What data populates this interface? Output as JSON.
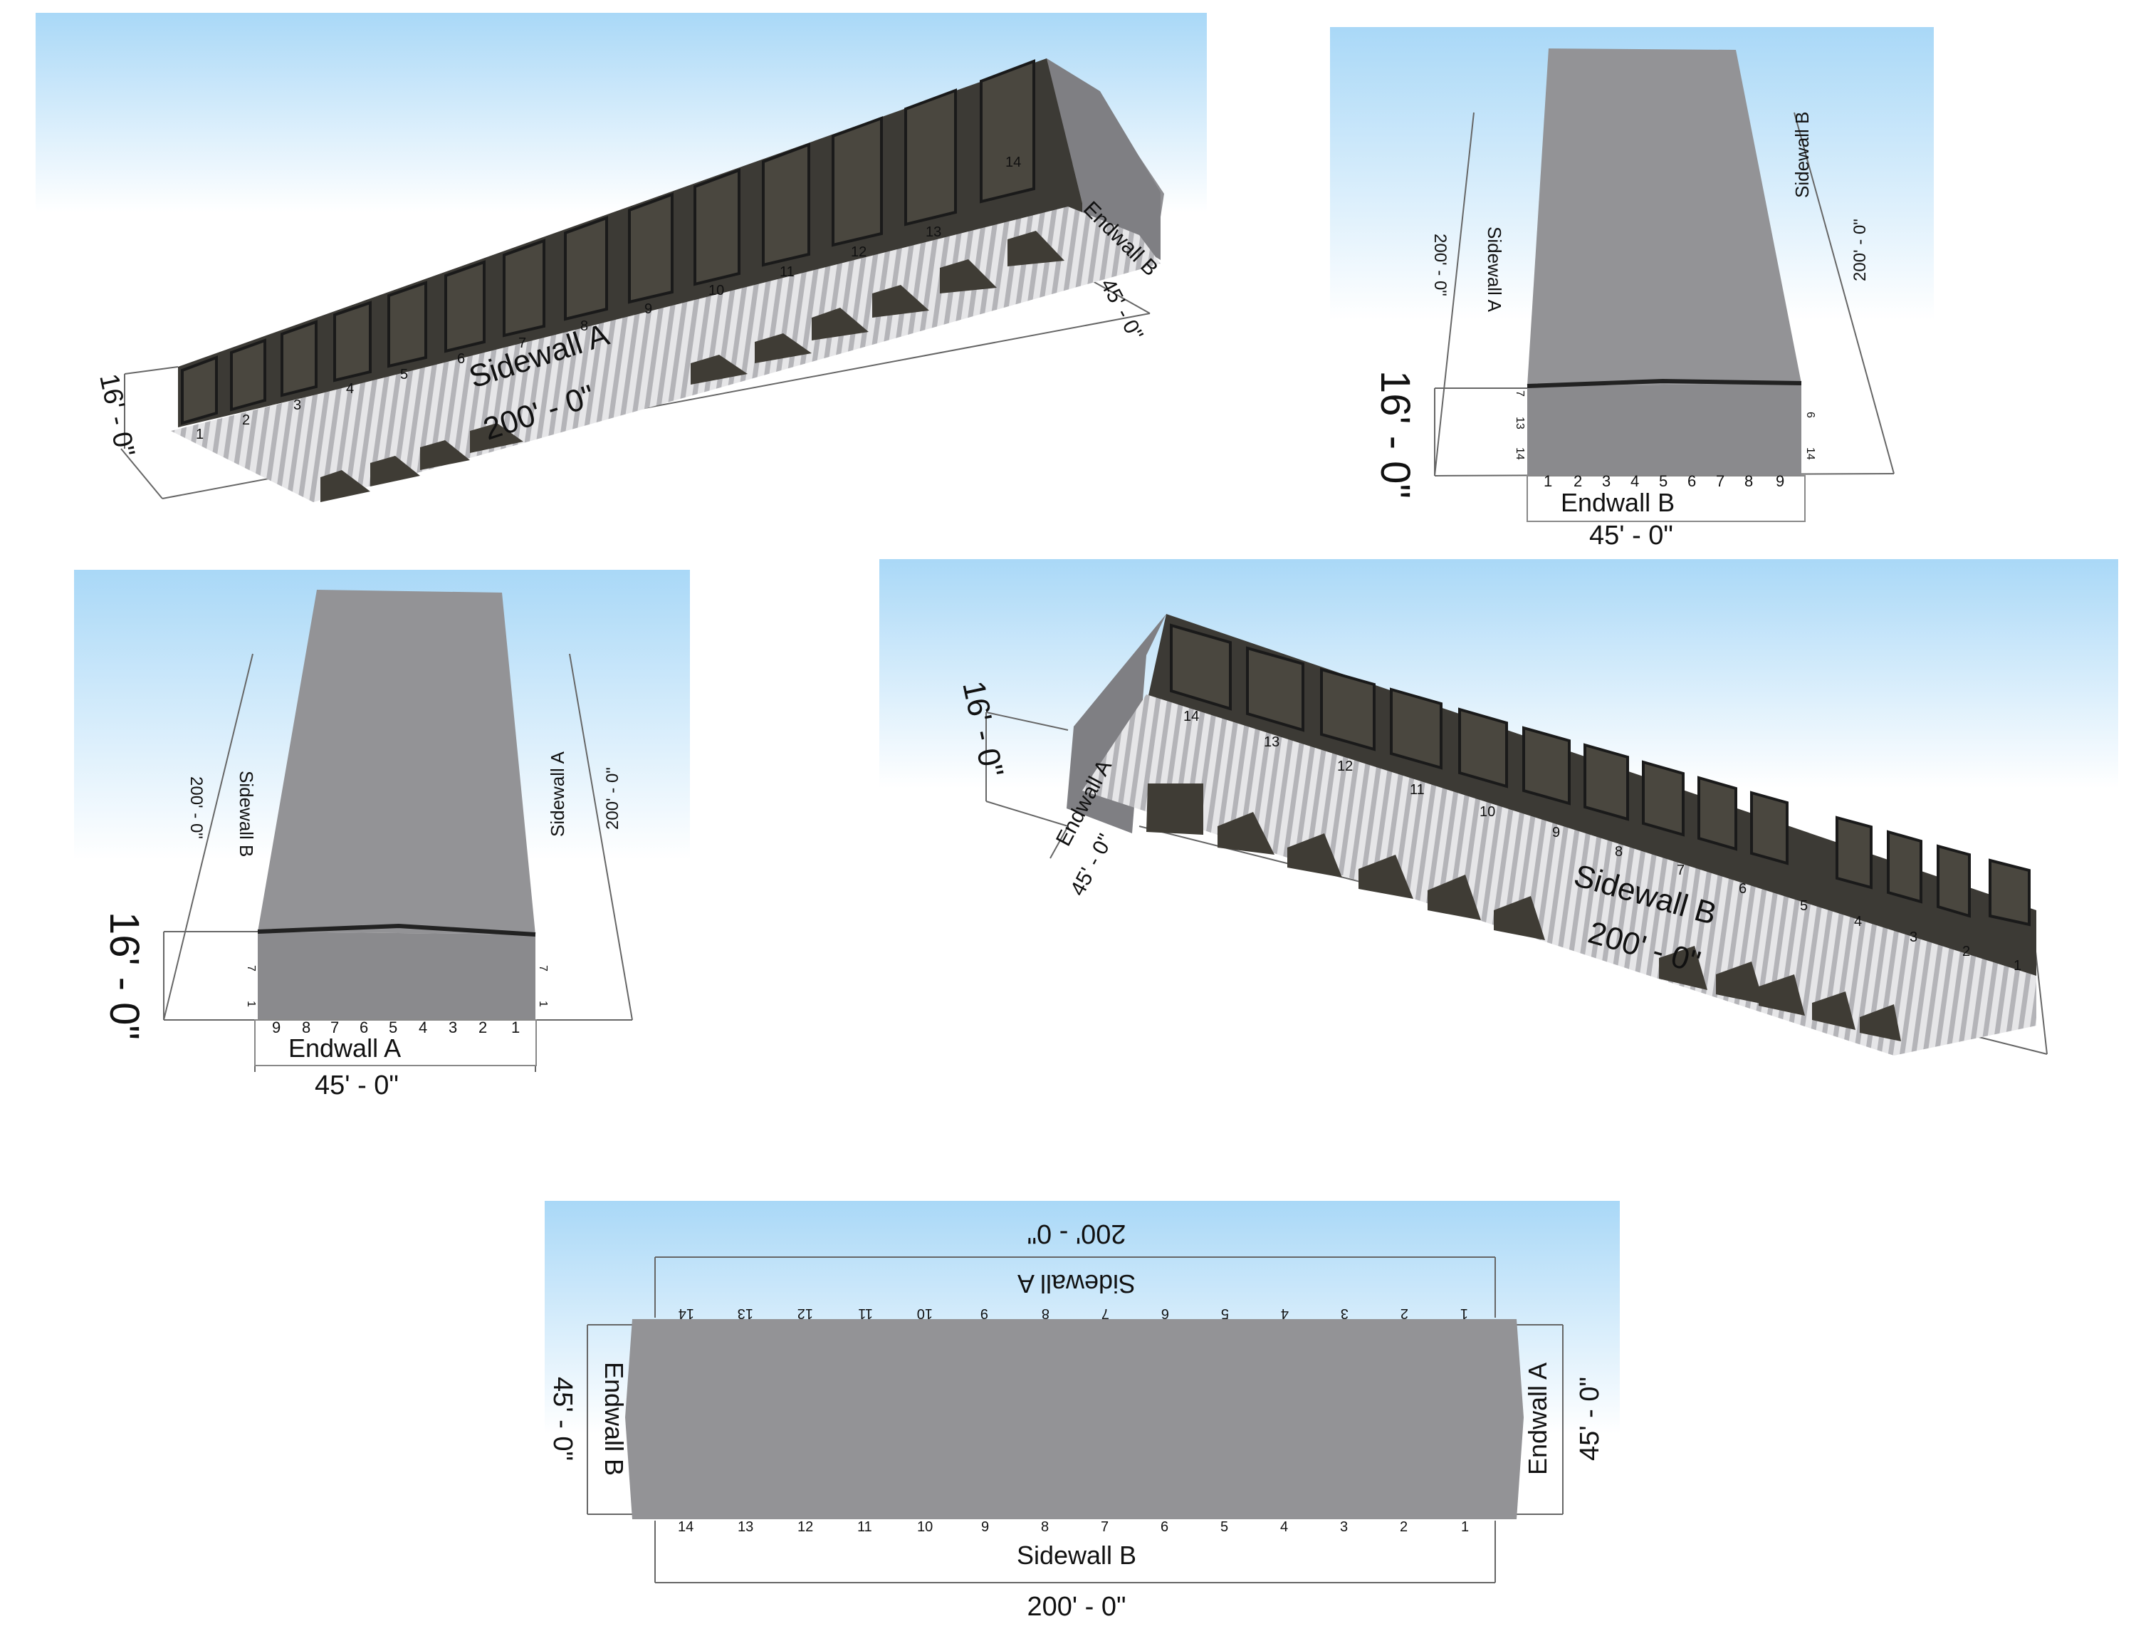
{
  "colors": {
    "sky_top": "#a9d8f7",
    "sky_bottom": "#ffffff",
    "roof": "#939396",
    "wall_dark": "#8a8a8d",
    "door": "#4b4840",
    "door_frame": "#1e1e1e",
    "panel_light": "#e4e4e4",
    "panel_rib": "#b8b8bc",
    "dim_line": "#555555"
  },
  "door_numbers_side": [
    "1",
    "2",
    "3",
    "4",
    "5",
    "6",
    "7",
    "8",
    "9",
    "10",
    "11",
    "12",
    "13",
    "14"
  ],
  "door_numbers_end": [
    "1",
    "2",
    "3",
    "4",
    "5",
    "6",
    "7",
    "8",
    "9"
  ],
  "views": {
    "view1": {
      "height": "16' - 0\"",
      "wall_label": "Sidewall A",
      "length": "200' - 0\"",
      "end_label": "Endwall B",
      "end_dim": "45' - 0\""
    },
    "view2": {
      "left_wall": "Sidewall A",
      "left_dim": "200' - 0\"",
      "right_wall": "Sidewall B",
      "right_dim": "200' - 0\"",
      "height": "16' - 0\"",
      "end_label": "Endwall B",
      "end_dim": "45' - 0\"",
      "side_marks": [
        "7",
        "13",
        "14"
      ],
      "side_marks_right": [
        "6",
        "14"
      ]
    },
    "view3": {
      "left_wall": "Sidewall B",
      "left_dim": "200' - 0\"",
      "right_wall": "Sidewall A",
      "right_dim": "200' - 0\"",
      "height": "16' - 0\"",
      "end_label": "Endwall A",
      "end_dim": "45' - 0\"",
      "side_marks": [
        "7",
        "1"
      ],
      "side_marks_right": [
        "7",
        "1"
      ]
    },
    "view4": {
      "height": "16' - 0\"",
      "end_label": "Endwall A",
      "end_dim": "45' - 0\"",
      "wall_label": "Sidewall B",
      "length": "200' - 0\""
    },
    "view5": {
      "top_dim": "200' - 0\"",
      "top_wall": "Sidewall A",
      "left_end": "Endwall B",
      "left_dim": "45' - 0\"",
      "right_end": "Endwall A",
      "right_dim": "45' - 0\"",
      "bottom_wall": "Sidewall B",
      "bottom_dim": "200' - 0\""
    }
  }
}
